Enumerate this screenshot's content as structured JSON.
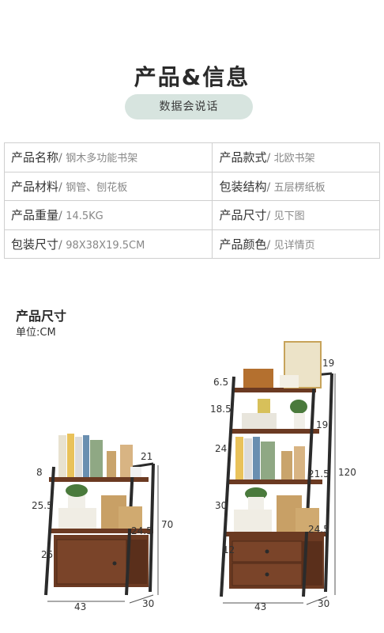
{
  "header": {
    "title": "产品&信息",
    "pill": "数据会说话"
  },
  "specs": [
    [
      {
        "label": "产品名称",
        "value": "钢木多功能书架"
      },
      {
        "label": "产品款式",
        "value": "北欧书架"
      }
    ],
    [
      {
        "label": "产品材料",
        "value": "钢管、刨花板"
      },
      {
        "label": "包装结构",
        "value": "五层楞纸板"
      }
    ],
    [
      {
        "label": "产品重量",
        "value": "14.5KG"
      },
      {
        "label": "产品尺寸",
        "value": "见下图"
      }
    ],
    [
      {
        "label": "包装尺寸",
        "value": "98X38X19.5CM"
      },
      {
        "label": "产品颜色",
        "value": "见详情页"
      }
    ]
  ],
  "size": {
    "title": "产品尺寸",
    "unit": "单位:CM",
    "small": {
      "top_depth": "21",
      "height": "70",
      "shelf_gap1": "8",
      "shelf_gap2": "25.5",
      "side_depth": "24.5",
      "cabinet": "25",
      "width": "43",
      "depth": "30"
    },
    "tall": {
      "top_depth": "19",
      "height": "120",
      "gap_top": "6.5",
      "gap2": "18.5",
      "depth2": "19",
      "gap3": "24",
      "depth3": "21.5",
      "gap4": "30",
      "depth4": "24.5",
      "cabinet": "12",
      "width": "43",
      "depth": "30"
    }
  },
  "colors": {
    "wood": "#6b3a22",
    "steel": "#2b2b2b",
    "pill_bg": "#d7e4df"
  }
}
